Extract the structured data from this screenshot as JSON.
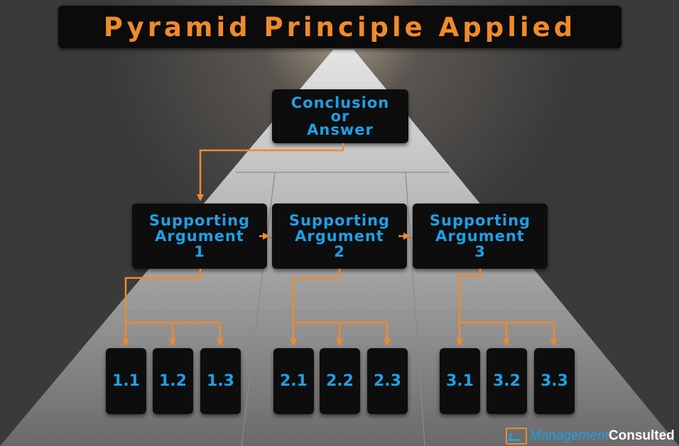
{
  "title": "Pyramid Principle Applied",
  "conclusion": {
    "line1": "Conclusion",
    "line2": "or",
    "line3": "Answer"
  },
  "arguments": [
    {
      "line1": "Supporting",
      "line2": "Argument",
      "line3": "1"
    },
    {
      "line1": "Supporting",
      "line2": "Argument",
      "line3": "2"
    },
    {
      "line1": "Supporting",
      "line2": "Argument",
      "line3": "3"
    }
  ],
  "leaves": [
    "1.1",
    "1.2",
    "1.3",
    "2.1",
    "2.2",
    "2.3",
    "3.1",
    "3.2",
    "3.3"
  ],
  "brand": {
    "part1": "Management",
    "part2": "Consulted"
  },
  "colors": {
    "accent": "#f08a2a",
    "text_blue": "#1ea0e6",
    "box": "#0d0d0d",
    "background": "#3d3d3d"
  }
}
